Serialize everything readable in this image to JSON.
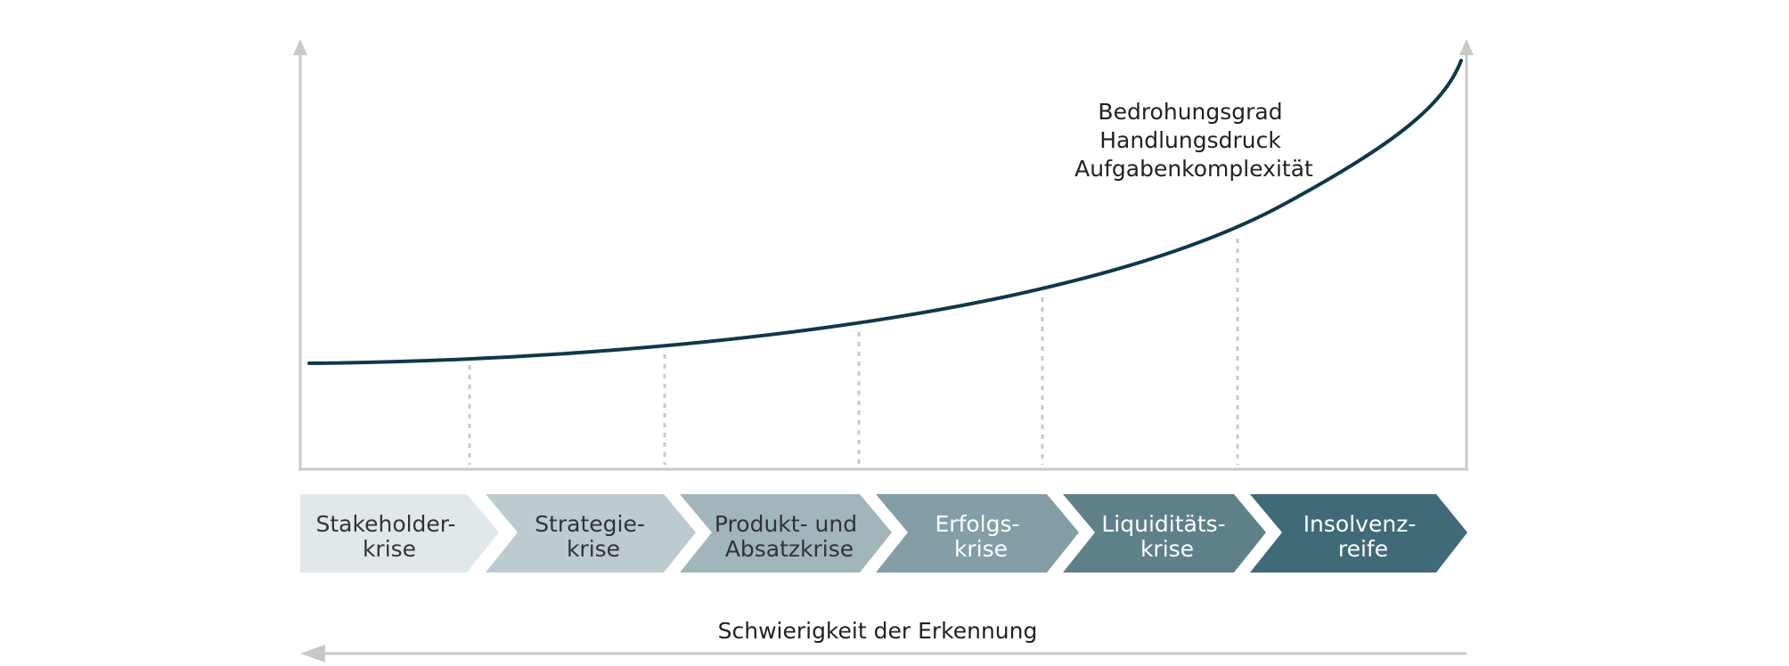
{
  "curve_label": {
    "lines": [
      "Bedrohungsgrad",
      "Handlungsdruck",
      "Aufgabenkomplexität"
    ]
  },
  "phases": [
    {
      "line1": "Stakeholder-",
      "line2": "krise",
      "fill": "#e1e8eb",
      "text_color": "#333333"
    },
    {
      "line1": "Strategie-",
      "line2": "krise",
      "fill": "#bdcbd0",
      "text_color": "#333333"
    },
    {
      "line1": "Produkt- und",
      "line2": "Absatzkrise",
      "fill": "#a2b5bb",
      "text_color": "#333333"
    },
    {
      "line1": "Erfolgs-",
      "line2": "krise",
      "fill": "#849ea5",
      "text_color": "#ffffff"
    },
    {
      "line1": "Liquiditäts-",
      "line2": "krise",
      "fill": "#5f8089",
      "text_color": "#ffffff"
    },
    {
      "line1": "Insolvenz-",
      "line2": "reife",
      "fill": "#406a77",
      "text_color": "#ffffff"
    }
  ],
  "bottom_arrow": {
    "label": "Schwierigkeit der Erkennung"
  },
  "colors": {
    "curve": "#0f3848",
    "axis": "#c8c8c8",
    "guide": "#c8c8c8",
    "text": "#222222"
  }
}
